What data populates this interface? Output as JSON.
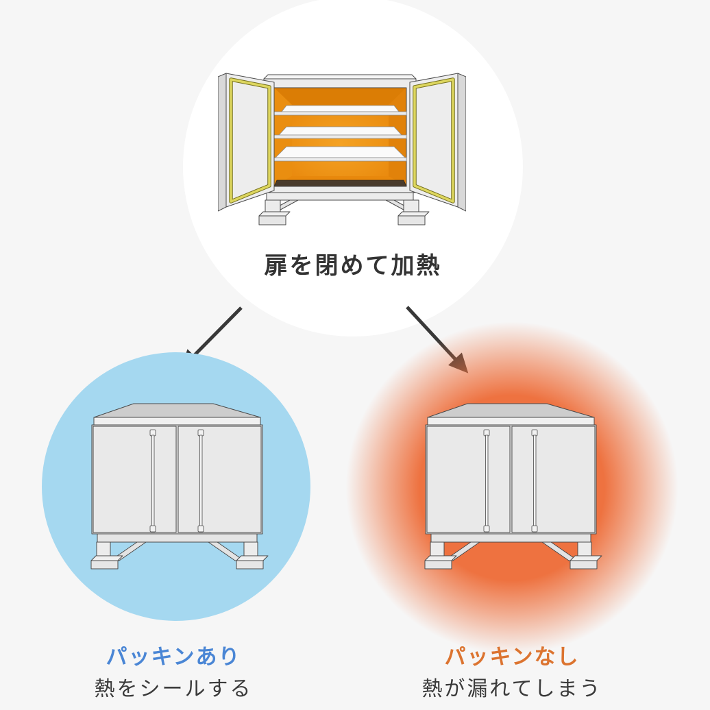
{
  "top_step": {
    "caption": "扉を閉めて加熱"
  },
  "branches": {
    "left": {
      "title": "パッキンあり",
      "subtitle": "熱をシールする"
    },
    "right": {
      "title": "パッキンなし",
      "subtitle": "熱が漏れてしまう"
    }
  },
  "icons": {
    "branch_arrow_left": "arrow-down-left",
    "branch_arrow_right": "arrow-down-right",
    "open_oven": "oven-doors-open-with-gasket",
    "closed_oven": "oven-doors-closed"
  },
  "colors": {
    "background": "#f6f6f6",
    "top_circle": "#ffffff",
    "left_circle_blue": "#a5d8f0",
    "right_heat_glow_orange": "#ee7240",
    "left_title_text": "#4a86d5",
    "right_title_text": "#dc7430",
    "body_text": "#3a3a3a",
    "caption_text": "#333333",
    "arrow": "#383838",
    "oven_interior_orange": "#ec9013",
    "door_gasket_yellow": "#ddd65e",
    "oven_body_gray": "#e9e9e9"
  }
}
